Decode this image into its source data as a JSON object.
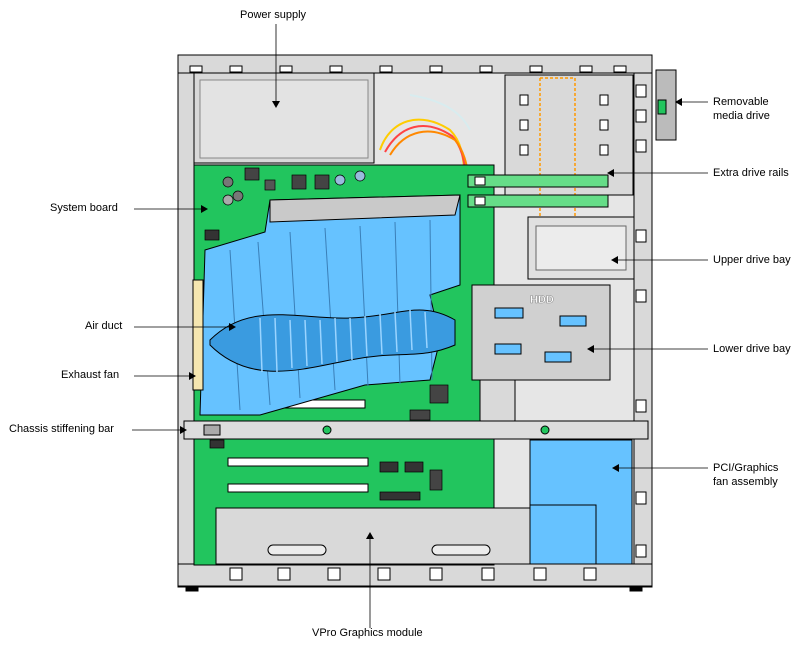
{
  "labels": {
    "power_supply": "Power supply",
    "system_board": "System board",
    "air_duct": "Air duct",
    "exhaust_fan": "Exhaust fan",
    "chassis_bar": "Chassis stiffening bar",
    "vpro": "VPro Graphics module",
    "removable_media_1": "Removable",
    "removable_media_2": "media drive",
    "extra_rails": "Extra drive rails",
    "upper_bay": "Upper drive bay",
    "lower_bay": "Lower drive bay",
    "pci_fan_1": "PCI/Graphics",
    "pci_fan_2": "fan assembly",
    "hdd_text": "HDD"
  },
  "colors": {
    "chassis": "#e6e6e6",
    "chassis_dark": "#b0b0b0",
    "board": "#22c55e",
    "duct": "#66c2ff",
    "duct_dark": "#3a9be0",
    "outline": "#000000"
  }
}
